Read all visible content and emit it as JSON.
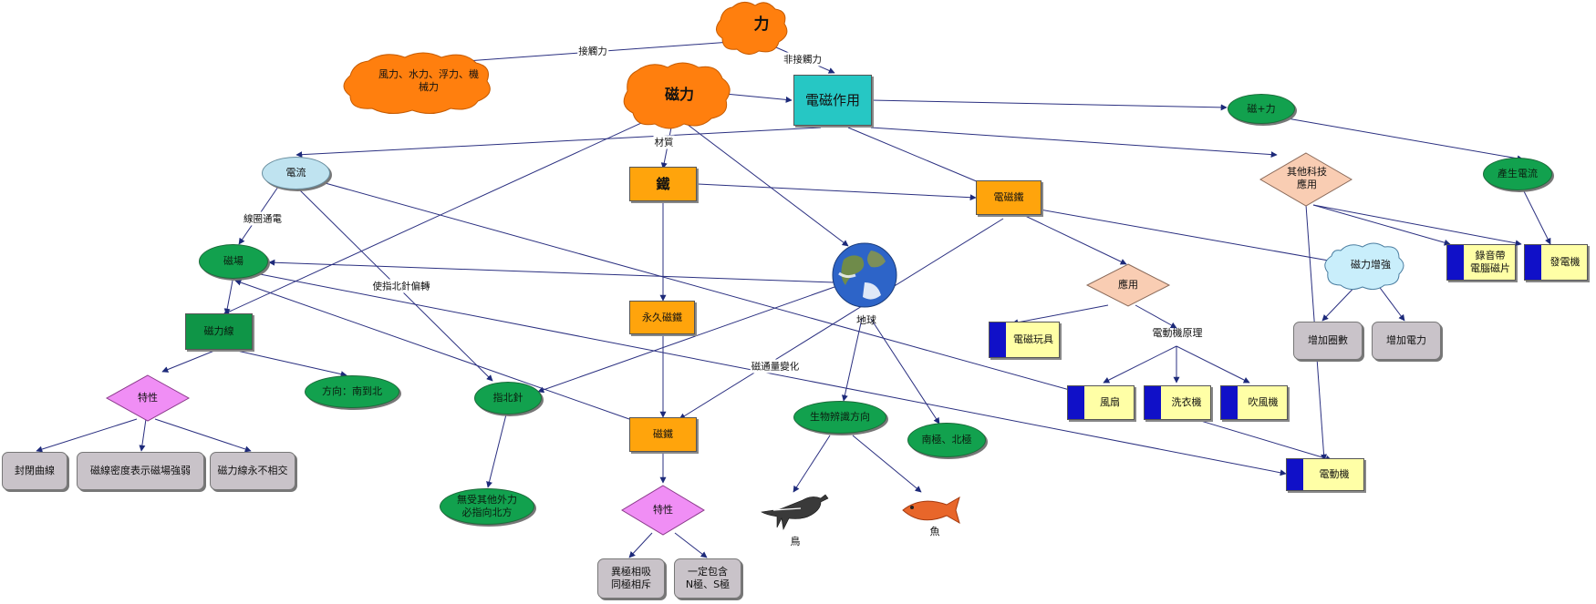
{
  "concept_map": {
    "nodes": {
      "li": "力",
      "jiechuli_nodes": "風力、水力、浮力、機\n械力",
      "cili": "磁力",
      "dianci": "電磁作用",
      "cili_plus": "磁+力",
      "dianliu": "電流",
      "tie": "鐵",
      "diancitie": "電磁鐵",
      "qita": "其他科技\n應用",
      "chansheng": "產生電流",
      "cichang": "磁場",
      "diqiu": "地球",
      "yingyong": "應用",
      "cilizengqiang": "磁力增強",
      "luyindai": "錄音帶\n電腦磁片",
      "fadianji": "發電機",
      "cilixian": "磁力線",
      "yongjiucitie": "永久磁鐵",
      "dianciwanju": "電磁玩具",
      "diandongjiyuanli": "電動機原理",
      "zengjiaquanshu": "增加圈數",
      "zengjiadianli": "增加電力",
      "texing1": "特性",
      "fangxiang": "方向：南到北",
      "zhibeizhen": "指北針",
      "shengwu": "生物辨識方向",
      "fengshan": "風扇",
      "xiyiji": "洗衣機",
      "chuifengji": "吹風機",
      "citie": "磁鐵",
      "nanjibeiji": "南極、北極",
      "diandongji": "電動機",
      "fengbiquxian": "封閉曲線",
      "cixianmidu": "磁線密度表示磁場強弱",
      "cilixianbuxiangjiao": "磁力線永不相交",
      "wushouwaili": "無受其他外力\n必指向北方",
      "texing2": "特性",
      "niao": "鳥",
      "yu": "魚",
      "juxiangxi": "異極相吸\n同極相斥",
      "yidingbaohan": "一定包含\nN極、S極"
    },
    "edge_labels": {
      "jiechuli": "接觸力",
      "feijiechuli": "非接觸力",
      "caizhi": "材質",
      "xianquantongdian": "線圈通電",
      "shizhibeizhen": "使指北針偏轉",
      "citongliang": "磁通量變化"
    },
    "colors": {
      "cloud_orange": "#ff7f0e",
      "rect_orange": "#ffa40c",
      "teal": "#26c7c4",
      "green": "#12a14e",
      "pink_diamond": "#f08ef5",
      "peach_diamond": "#f9cdb3",
      "light_cloud": "#c9eefb",
      "doc_yellow": "#ffffa6",
      "doc_blue": "#1010c8",
      "grey": "#c9c3c9",
      "edge": "#2a2a8a"
    },
    "icons": [
      "earth-icon",
      "bird-icon",
      "fish-icon"
    ]
  }
}
